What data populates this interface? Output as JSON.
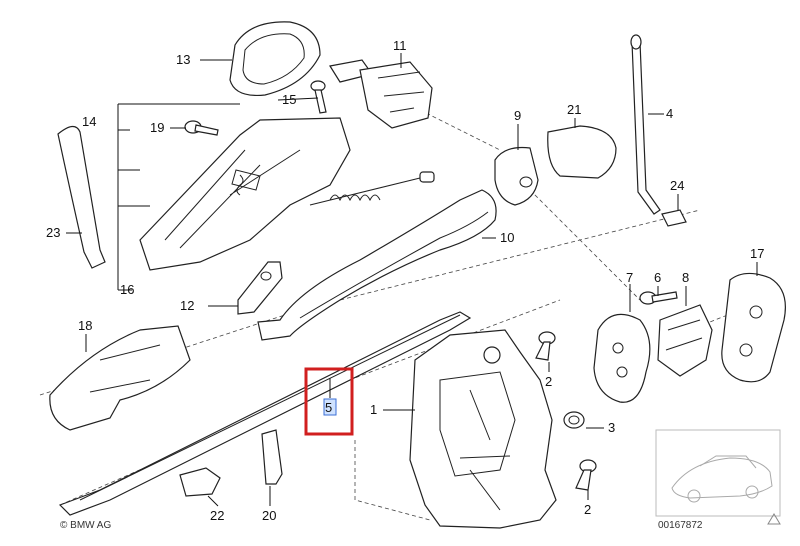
{
  "diagram": {
    "copyright": "© BMW AG",
    "image_code": "00167872",
    "highlighted_part": "5",
    "callouts": {
      "p1": "1",
      "p2a": "2",
      "p2b": "2",
      "p3": "3",
      "p4": "4",
      "p5": "5",
      "p6": "6",
      "p7": "7",
      "p8": "8",
      "p9": "9",
      "p10": "10",
      "p11": "11",
      "p12": "12",
      "p13": "13",
      "p14": "14",
      "p15": "15",
      "p16": "16",
      "p17": "17",
      "p18": "18",
      "p19": "19",
      "p20": "20",
      "p21": "21",
      "p22": "22",
      "p23": "23",
      "p24": "24"
    }
  }
}
